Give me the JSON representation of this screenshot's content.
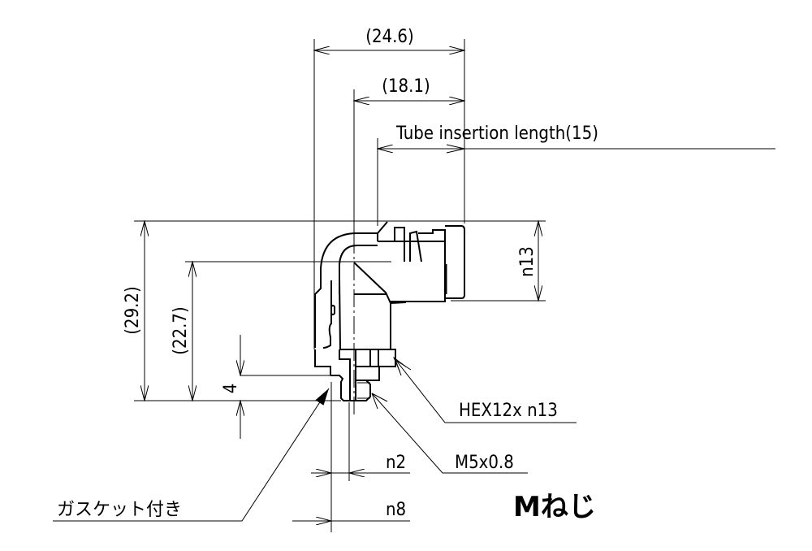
{
  "drawing": {
    "dims": {
      "overall_width": "(24.6)",
      "center_to_end": "(18.1)",
      "tube_insertion": "Tube insertion length(15)",
      "tube_od": "n13",
      "overall_height": "(29.2)",
      "center_height": "(22.7)",
      "thread_length": "4",
      "n2": "n2",
      "n8": "n8"
    },
    "callouts": {
      "hex": "HEX12x  n13",
      "thread": "M5x0.8",
      "gasket": "ガスケット付き"
    },
    "title": "Mねじ"
  }
}
